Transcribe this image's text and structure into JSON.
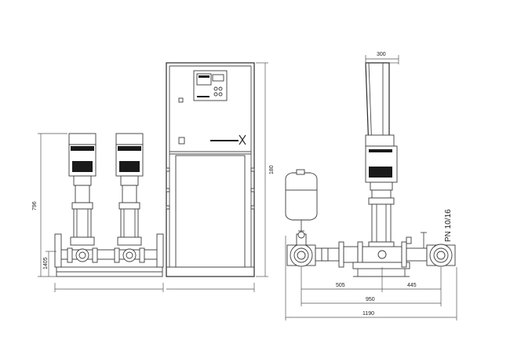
{
  "dimensions": {
    "left_height_total": "796",
    "left_height_manifold": "1405",
    "cabinet_height": "180",
    "tank_width": "300",
    "dim_505": "505",
    "dim_445": "445",
    "dim_950": "950",
    "dim_1190": "1190"
  },
  "pressure_rating": "PN 10/16",
  "colors": {
    "line": "#4a4a4a",
    "background": "#ffffff"
  }
}
